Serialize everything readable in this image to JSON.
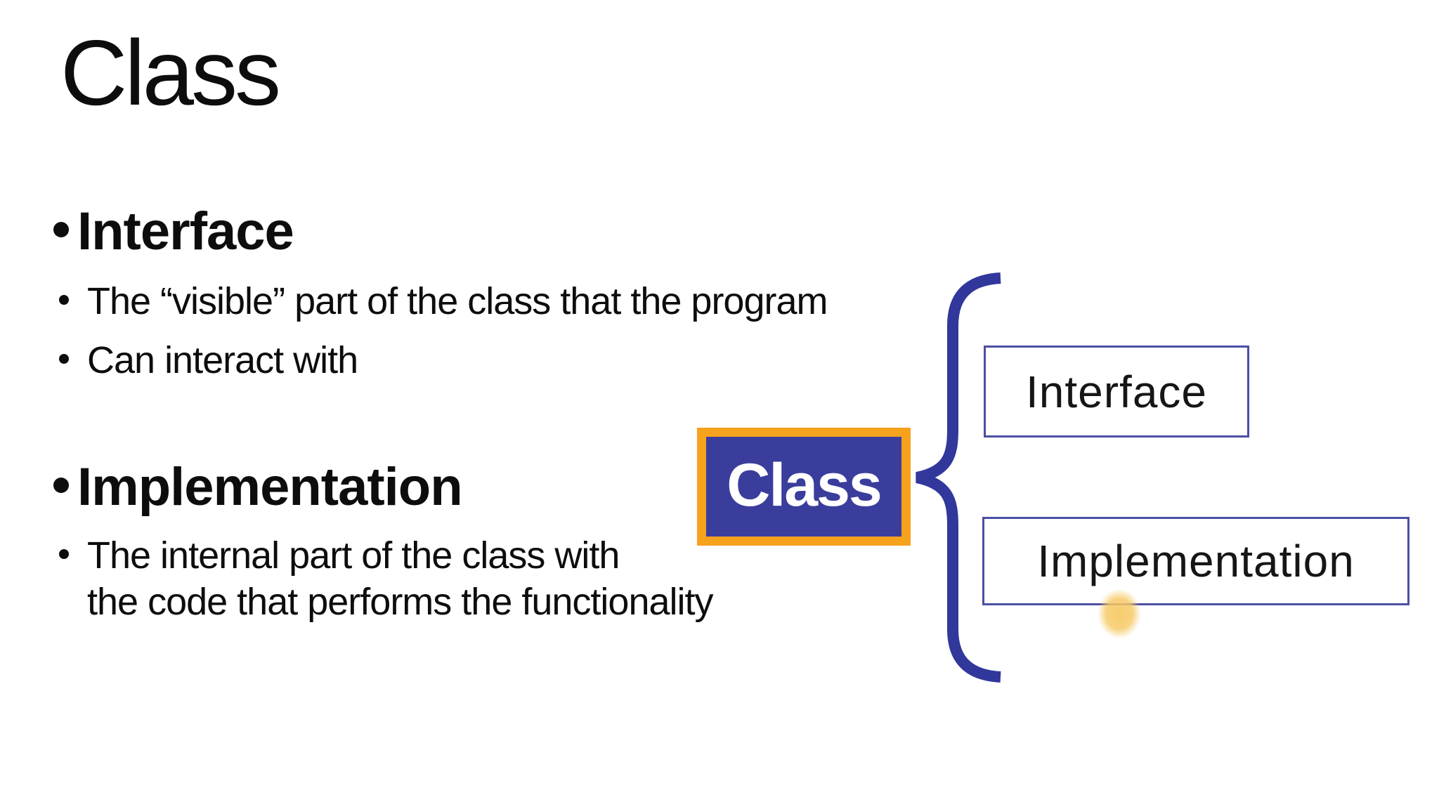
{
  "slide": {
    "title": "Class",
    "sections": [
      {
        "heading": "Interface",
        "items": [
          "The “visible” part of the class that the program",
          "Can interact with"
        ]
      },
      {
        "heading": "Implementation",
        "items": [
          "The internal part of the class with\nthe code that performs the functionality"
        ]
      }
    ]
  },
  "diagram": {
    "class_box_label": "Class",
    "branch_boxes": [
      {
        "label": "Interface"
      },
      {
        "label": "Implementation"
      }
    ],
    "highlight_dot": "pointer-highlight"
  },
  "colors": {
    "background": "#FFFFFF",
    "text": "#0D0D0D",
    "class_fill": "#3A3D9C",
    "class_border": "#F6A21D",
    "brace": "#31379B",
    "branch_border": "#4B4FA3",
    "highlight": "#F6C864"
  }
}
